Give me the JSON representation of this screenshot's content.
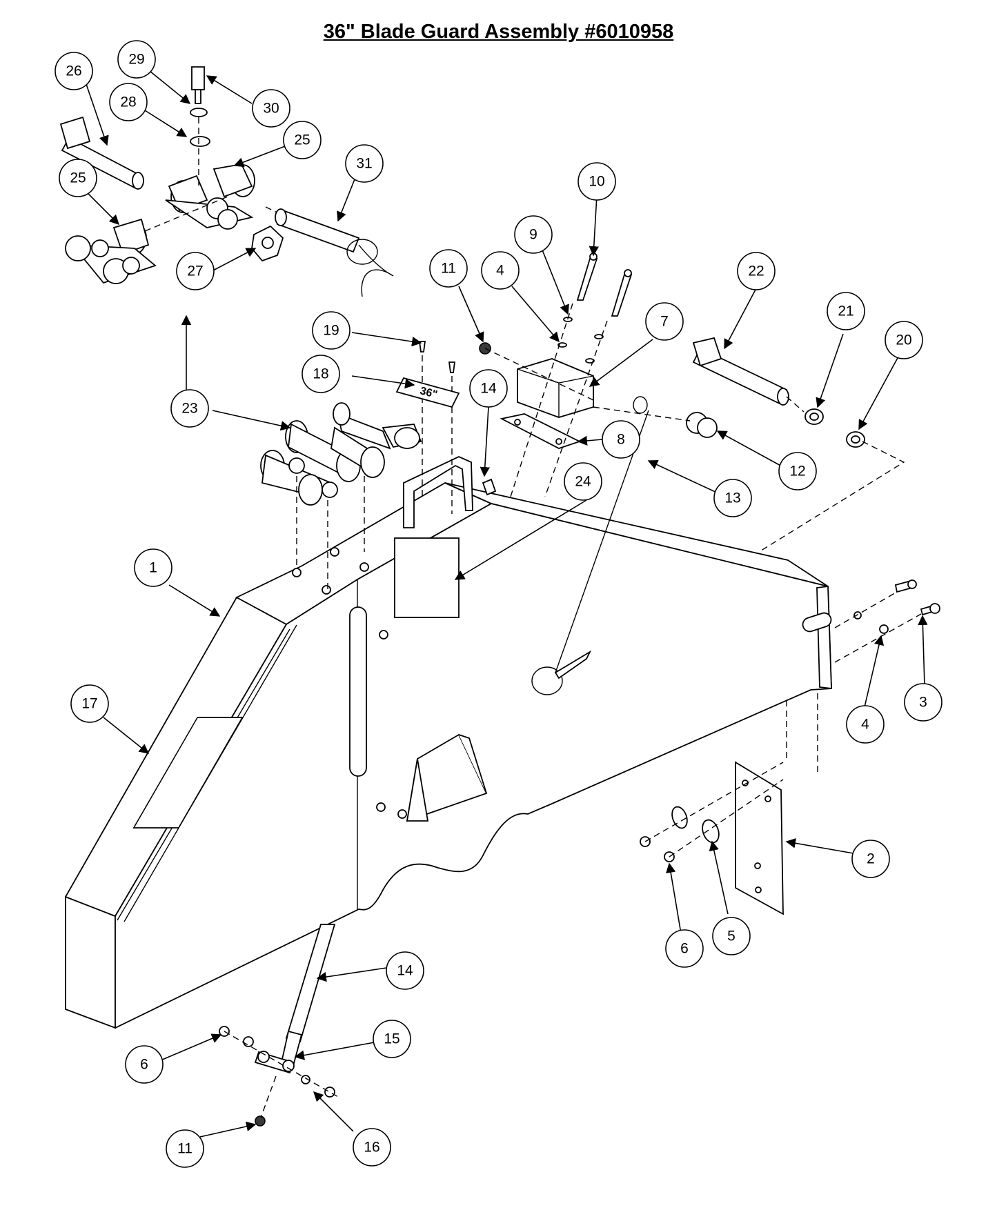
{
  "title": "36\" Blade Guard Assembly #6010958",
  "decal_text": "36\"",
  "callouts": [
    {
      "id": "c26",
      "label": "26"
    },
    {
      "id": "c29",
      "label": "29"
    },
    {
      "id": "c28",
      "label": "28"
    },
    {
      "id": "c30",
      "label": "30"
    },
    {
      "id": "c25a",
      "label": "25"
    },
    {
      "id": "c25b",
      "label": "25"
    },
    {
      "id": "c31",
      "label": "31"
    },
    {
      "id": "c27",
      "label": "27"
    },
    {
      "id": "c10",
      "label": "10"
    },
    {
      "id": "c9",
      "label": "9"
    },
    {
      "id": "c11a",
      "label": "11"
    },
    {
      "id": "c4a",
      "label": "4"
    },
    {
      "id": "c22",
      "label": "22"
    },
    {
      "id": "c21",
      "label": "21"
    },
    {
      "id": "c20",
      "label": "20"
    },
    {
      "id": "c7",
      "label": "7"
    },
    {
      "id": "c19",
      "label": "19"
    },
    {
      "id": "c18",
      "label": "18"
    },
    {
      "id": "c14a",
      "label": "14"
    },
    {
      "id": "c23",
      "label": "23"
    },
    {
      "id": "c8",
      "label": "8"
    },
    {
      "id": "c12",
      "label": "12"
    },
    {
      "id": "c24",
      "label": "24"
    },
    {
      "id": "c13",
      "label": "13"
    },
    {
      "id": "c1",
      "label": "1"
    },
    {
      "id": "c17",
      "label": "17"
    },
    {
      "id": "c3",
      "label": "3"
    },
    {
      "id": "c4b",
      "label": "4"
    },
    {
      "id": "c2",
      "label": "2"
    },
    {
      "id": "c5",
      "label": "5"
    },
    {
      "id": "c6a",
      "label": "6"
    },
    {
      "id": "c14b",
      "label": "14"
    },
    {
      "id": "c15",
      "label": "15"
    },
    {
      "id": "c6b",
      "label": "6"
    },
    {
      "id": "c11b",
      "label": "11"
    },
    {
      "id": "c16",
      "label": "16"
    }
  ]
}
